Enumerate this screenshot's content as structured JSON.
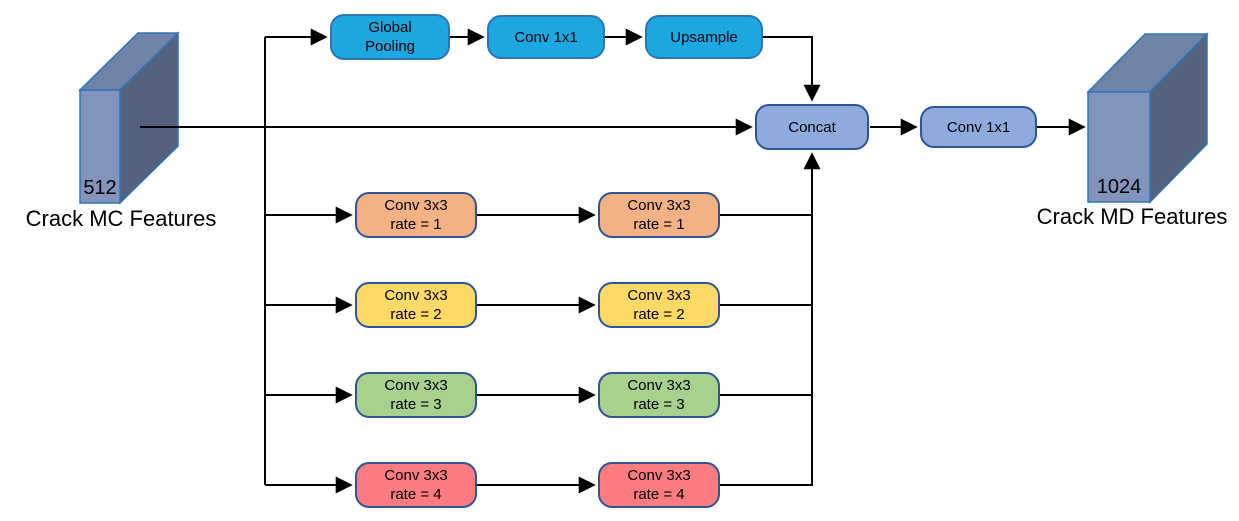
{
  "diagram": {
    "title_hint": "ASPP-style multi-dilation convolution block",
    "input": {
      "size": "512",
      "caption": "Crack MC Features"
    },
    "output": {
      "size": "1024",
      "caption": "Crack MD Features"
    },
    "top_branch": {
      "global_pooling": {
        "line1": "Global",
        "line2": "Pooling"
      },
      "conv": "Conv 1x1",
      "upsample": "Upsample"
    },
    "merge": {
      "concat": "Concat",
      "conv": "Conv 1x1"
    },
    "rows": [
      {
        "rate": 1,
        "color": "#F4B183",
        "stage1": {
          "line1": "Conv 3x3",
          "line2": "rate = 1"
        },
        "stage2": {
          "line1": "Conv 3x3",
          "line2": "rate = 1"
        }
      },
      {
        "rate": 2,
        "color": "#FFD966",
        "stage1": {
          "line1": "Conv 3x3",
          "line2": "rate = 2"
        },
        "stage2": {
          "line1": "Conv 3x3",
          "line2": "rate = 2"
        }
      },
      {
        "rate": 3,
        "color": "#A9D18E",
        "stage1": {
          "line1": "Conv 3x3",
          "line2": "rate = 3"
        },
        "stage2": {
          "line1": "Conv 3x3",
          "line2": "rate = 3"
        }
      },
      {
        "rate": 4,
        "color": "#FF7C80",
        "stage1": {
          "line1": "Conv 3x3",
          "line2": "rate = 4"
        },
        "stage2": {
          "line1": "Conv 3x3",
          "line2": "rate = 4"
        }
      }
    ],
    "colors": {
      "cyan_node": "#1BA7E0",
      "periwinkle_node": "#8FAADC",
      "node_border_dark": "#2F5597",
      "node_border_blue": "#2E75B6",
      "block_front": "#8394BC",
      "block_top": "#6F83A9",
      "block_side": "#54627E",
      "arrow": "#000000"
    }
  }
}
